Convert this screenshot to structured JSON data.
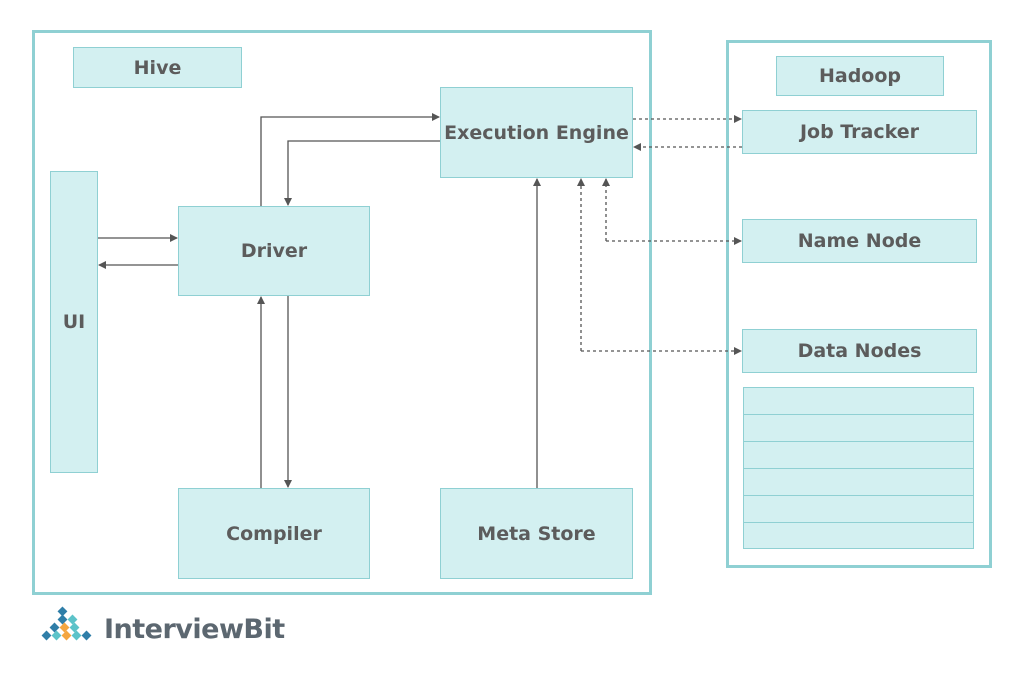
{
  "hive": {
    "title": "Hive",
    "ui": "UI",
    "driver": "Driver",
    "compiler": "Compiler",
    "execution_engine": "Execution Engine",
    "meta_store": "Meta Store"
  },
  "hadoop": {
    "title": "Hadoop",
    "job_tracker": "Job Tracker",
    "name_node": "Name Node",
    "data_nodes": "Data Nodes",
    "data_node_rows": 6
  },
  "logo": {
    "text": "InterviewBit"
  },
  "colors": {
    "box_fill": "#d3f0f1",
    "box_border": "#8fd0d3",
    "text": "#5c5c5c",
    "line": "#555555",
    "logo_blue": "#2f7ea8",
    "logo_teal": "#5cc3c9",
    "logo_orange": "#f4a640"
  }
}
